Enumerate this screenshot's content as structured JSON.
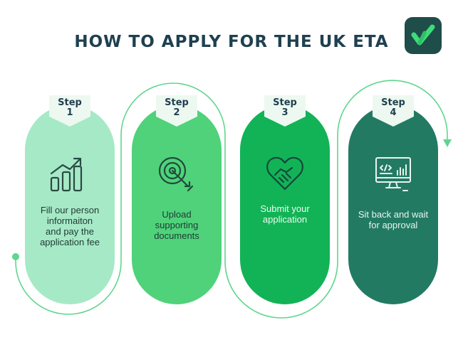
{
  "title": "HOW TO APPLY FOR THE UK ETA",
  "steps": [
    {
      "step_word": "Step",
      "step_number": "1",
      "icon": "growth-chart-icon",
      "lines": [
        "Fill our person",
        "informaiton",
        "and pay the",
        "application fee"
      ]
    },
    {
      "step_word": "Step",
      "step_number": "2",
      "icon": "target-icon",
      "lines": [
        "Upload",
        "supporting",
        "documents"
      ]
    },
    {
      "step_word": "Step",
      "step_number": "3",
      "icon": "handshake-heart-icon",
      "lines": [
        "Submit your",
        "application"
      ]
    },
    {
      "step_word": "Step",
      "step_number": "4",
      "icon": "monitor-code-icon",
      "lines": [
        "Sit back and wait",
        "for approval"
      ]
    }
  ],
  "colors": {
    "title": "#1f4050",
    "logo_bg": "#1f4d4a",
    "logo_check": "#3ddc7a",
    "step1": "#a6e9c6",
    "step2": "#4fd27a",
    "step3": "#12b356",
    "step4": "#237a63",
    "connector": "#5fd68e",
    "tab": "#edf8f1"
  }
}
